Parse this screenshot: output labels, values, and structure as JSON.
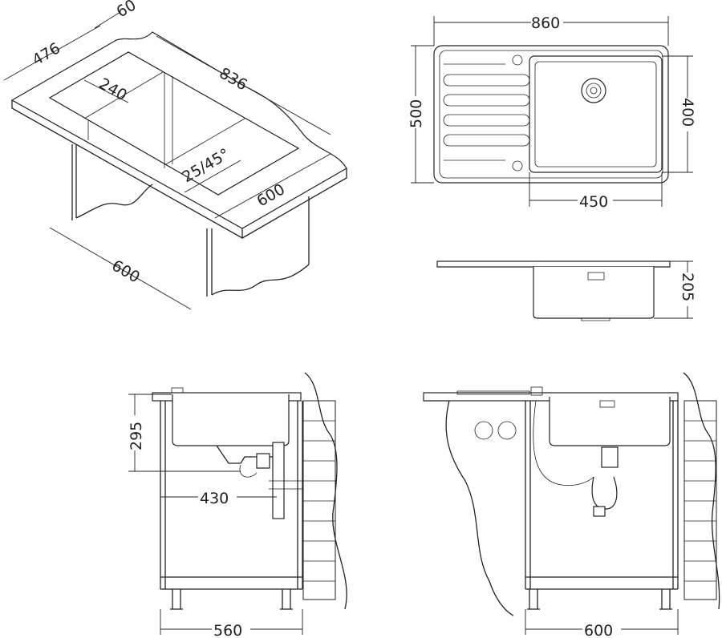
{
  "isometric_view": {
    "depth_label": "476",
    "rim_label": "60",
    "length_label": "836",
    "bowl_offset_label": "240",
    "radius_label": "25/45°",
    "cabinet_width_label": "600",
    "cabinet_depth_label": "600"
  },
  "plan_view": {
    "overall_width_label": "860",
    "overall_depth_label": "500",
    "bowl_depth_label": "400",
    "bowl_width_label": "450"
  },
  "side_view": {
    "bowl_height_label": "205"
  },
  "front_view_left": {
    "height_label": "295",
    "drain_offset_label": "430",
    "cabinet_width_label": "560"
  },
  "front_view_right": {
    "cabinet_width_label": "600"
  },
  "colors": {
    "line": "#222222",
    "background": "#ffffff"
  }
}
